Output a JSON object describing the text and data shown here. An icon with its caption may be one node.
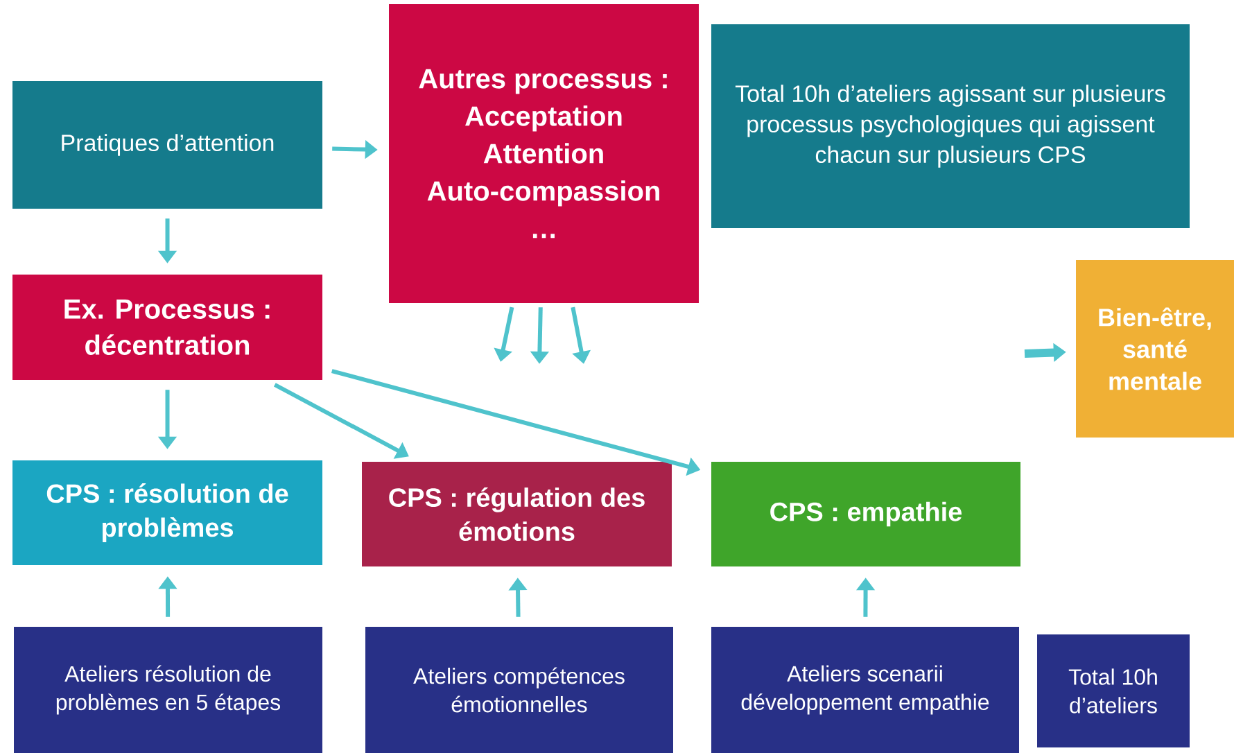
{
  "diagram": {
    "nodes": [
      {
        "text": [
          "Pratiques d’attention"
        ]
      },
      {
        "text": [
          "Autres processus :",
          "Acceptation",
          "Attention",
          "Auto-compassion",
          "…"
        ]
      },
      {
        "text": [
          "Total 10h d’ateliers agissant sur plusieurs processus psychologiques qui agissent chacun sur plusieurs CPS"
        ]
      },
      {
        "text": [
          "Ex. Processus : décentration"
        ]
      },
      {
        "text": [
          "Bien-être, santé mentale"
        ]
      },
      {
        "text": [
          "CPS : résolution de problèmes"
        ]
      },
      {
        "text": [
          "CPS : régulation des émotions"
        ]
      },
      {
        "text": [
          "CPS : empathie"
        ]
      },
      {
        "text": [
          "Ateliers résolution de problèmes en 5 étapes"
        ]
      },
      {
        "text": [
          "Ateliers compétences émotionnelles"
        ]
      },
      {
        "text": [
          "Ateliers scenarii développement empathie"
        ]
      },
      {
        "text": [
          "Total 10h d’ateliers"
        ]
      }
    ],
    "edges": [
      {
        "from": 0,
        "to": 1,
        "arrow": "to"
      },
      {
        "from": 0,
        "to": 3,
        "arrow": "to"
      },
      {
        "from": 1,
        "to": null,
        "arrow": "to"
      },
      {
        "from": 1,
        "to": null,
        "arrow": "to"
      },
      {
        "from": 1,
        "to": null,
        "arrow": "to"
      },
      {
        "from": 3,
        "to": 5,
        "arrow": "to"
      },
      {
        "from": 3,
        "to": 6,
        "arrow": "to"
      },
      {
        "from": 3,
        "to": 7,
        "arrow": "to"
      },
      {
        "from": 8,
        "to": 5,
        "arrow": "to"
      },
      {
        "from": 9,
        "to": 6,
        "arrow": "to"
      },
      {
        "from": 10,
        "to": 7,
        "arrow": "to"
      },
      {
        "from": null,
        "to": 4,
        "arrow": "to",
        "style": "thick"
      }
    ]
  }
}
